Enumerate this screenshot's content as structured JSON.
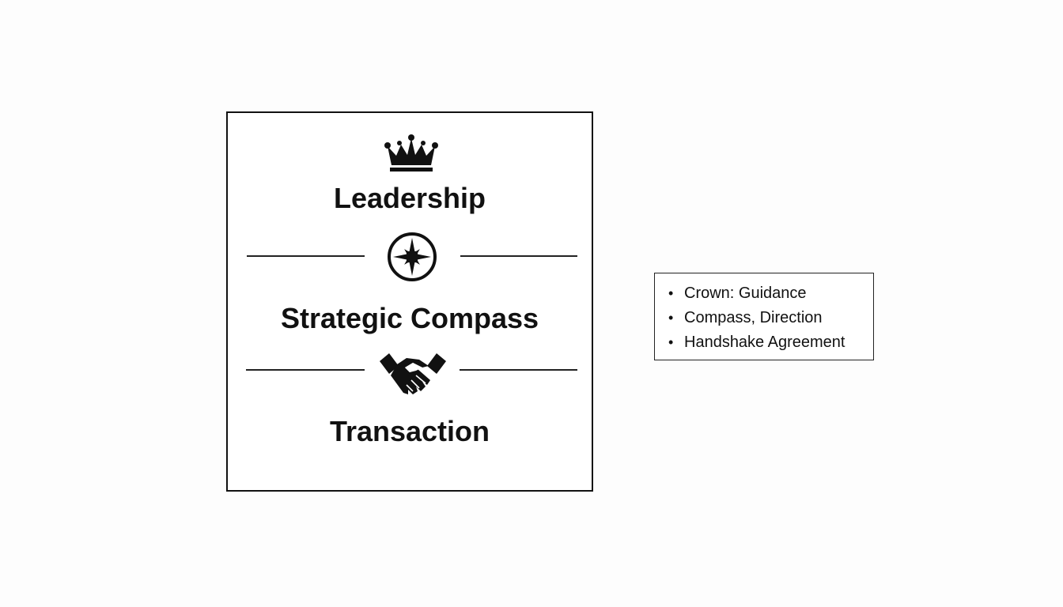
{
  "diagram": {
    "sections": [
      {
        "icon": "crown-icon",
        "title": "Leadership"
      },
      {
        "icon": "compass-icon",
        "title": "Strategic Compass"
      },
      {
        "icon": "handshake-icon",
        "title": "Transaction"
      }
    ]
  },
  "legend": {
    "bullet": "•",
    "items": [
      "Crown: Guidance",
      "Compass, Direction",
      "Handshake Agreement"
    ]
  },
  "colors": {
    "ink": "#111111",
    "background": "#fdfdfd"
  }
}
